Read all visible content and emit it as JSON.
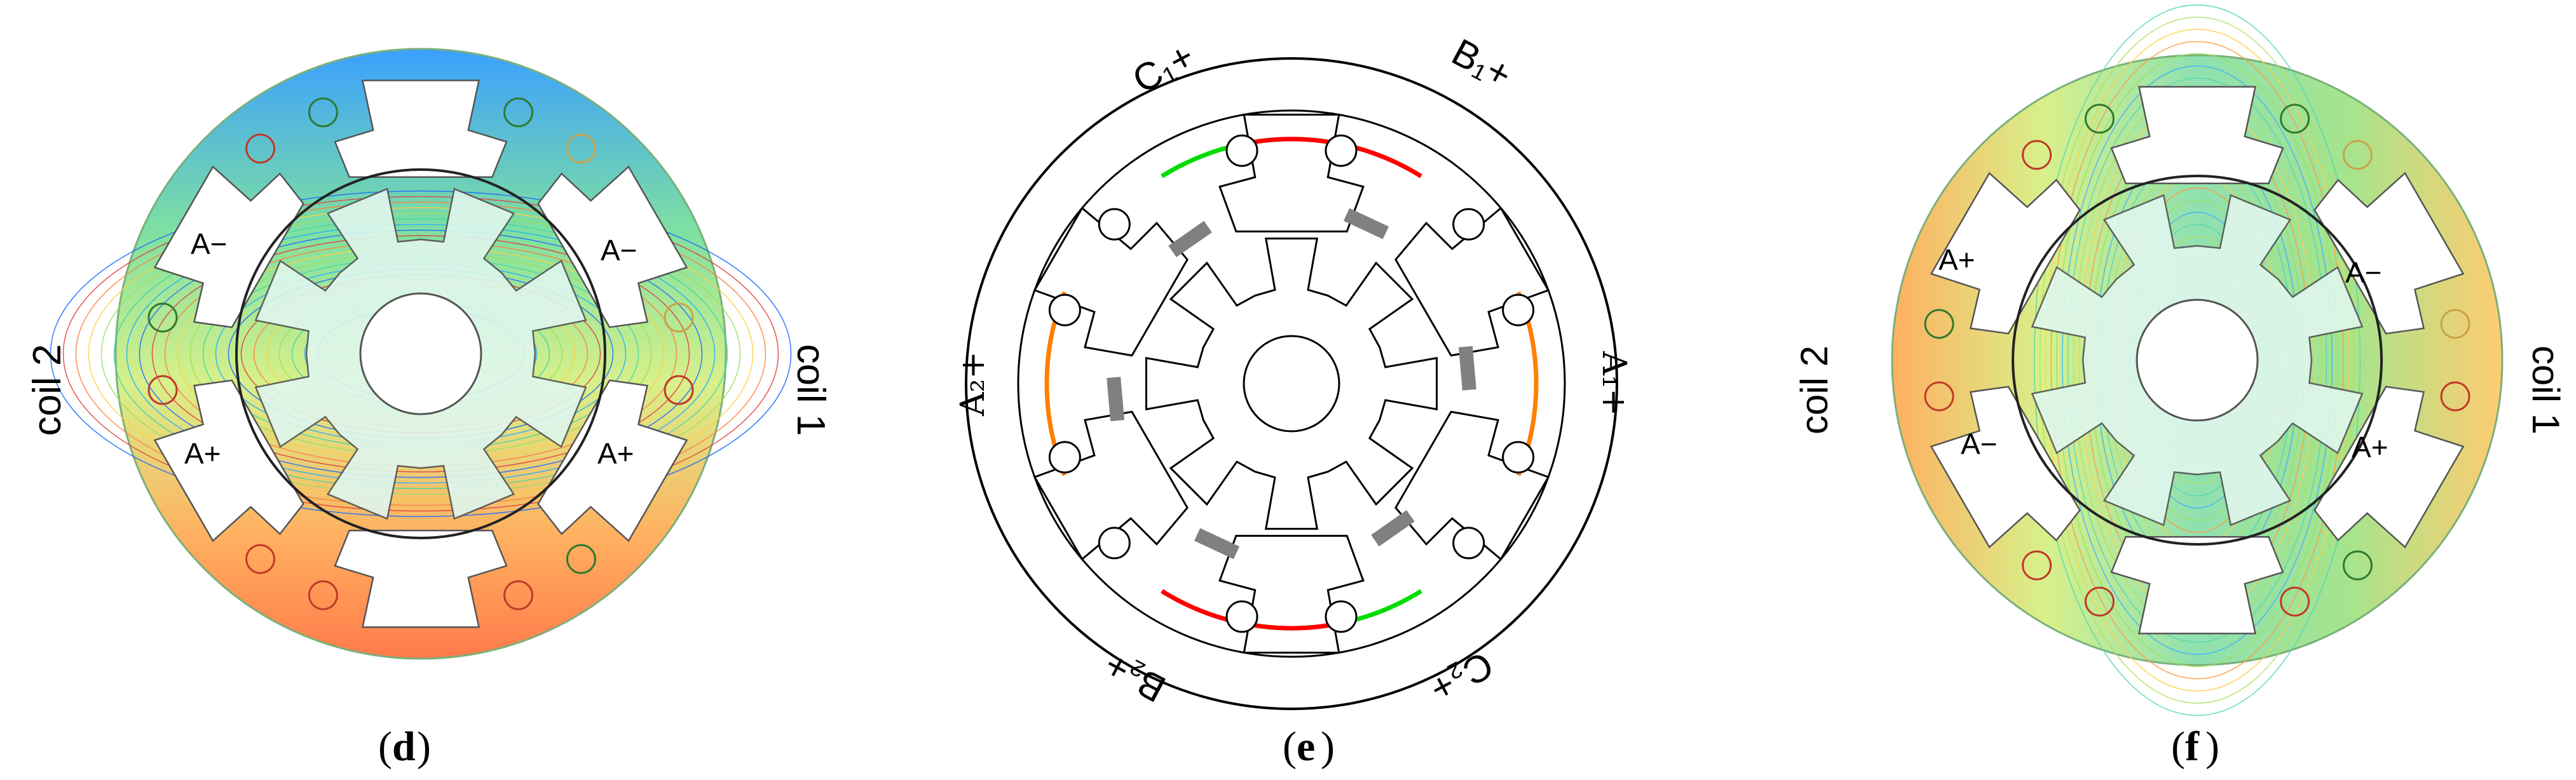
{
  "panels": [
    {
      "id": "d",
      "caption_open": "(",
      "caption_letter": "d",
      "caption_close": ")",
      "coil_left": "coil 2",
      "coil_right": "coil 1",
      "slot_labels": {
        "upper_left": "A−",
        "upper_right": "A−",
        "lower_left": "A+",
        "lower_right": "A+"
      }
    },
    {
      "id": "e",
      "caption_open": "(",
      "caption_letter": "e",
      "caption_close": ")",
      "phase_labels": {
        "top_left": "C₁+",
        "top_right": "B₁+",
        "left": "A₂+",
        "right": "A₁+",
        "bottom_left": "B₂+",
        "bottom_right": "C₂+"
      },
      "winding_colors": {
        "A": "#ff7f00",
        "B": "#ff0000",
        "C": "#00dd00"
      }
    },
    {
      "id": "f",
      "caption_open": "(",
      "caption_letter": "f",
      "caption_close": ")",
      "coil_left": "coil 2",
      "coil_right": "coil 1",
      "slot_labels": {
        "upper_left": "A+",
        "upper_right": "A−",
        "lower_left": "A−",
        "lower_right": "A+"
      }
    }
  ]
}
